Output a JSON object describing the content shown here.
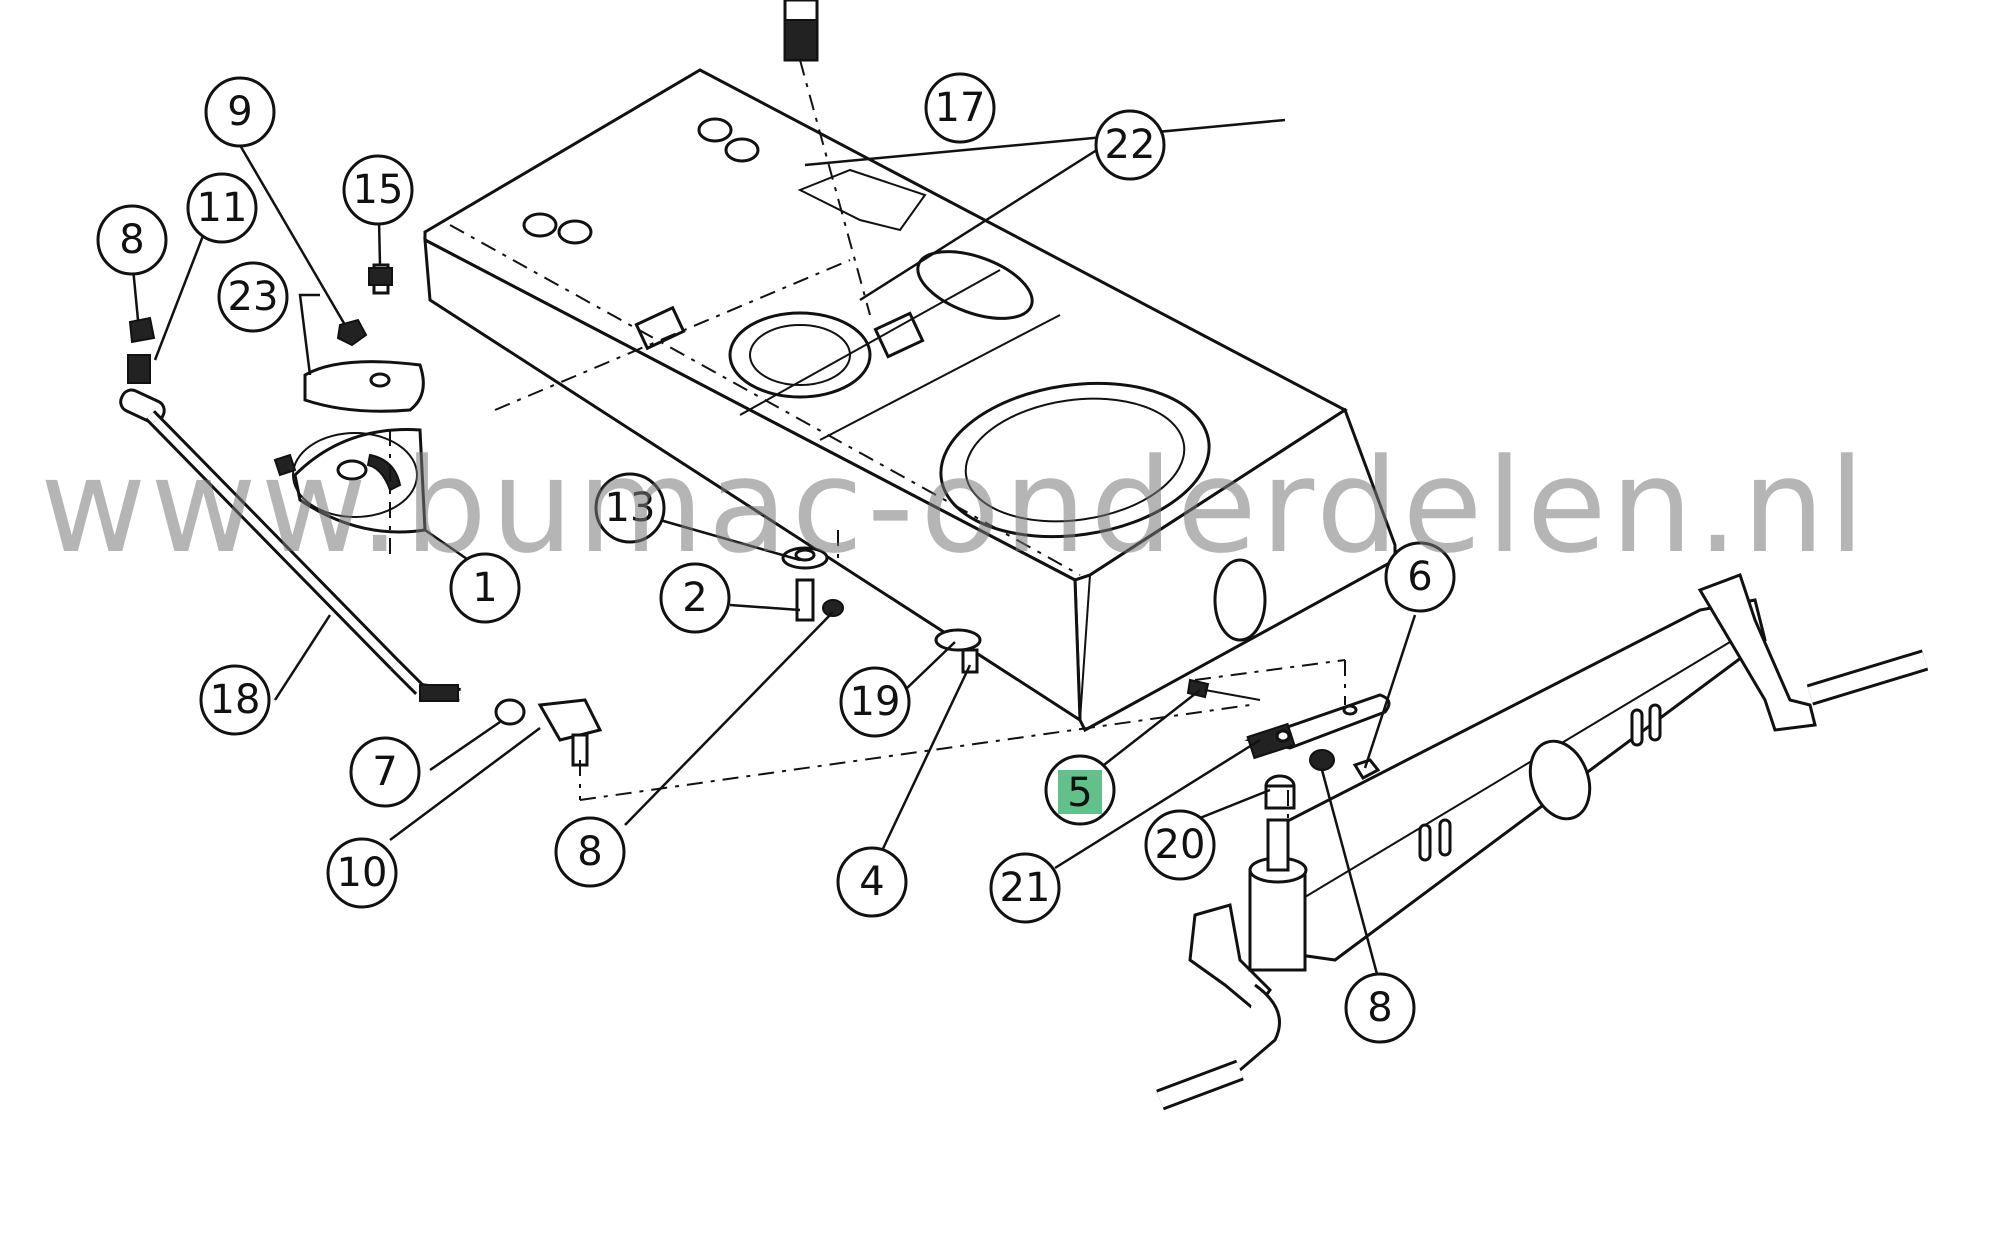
{
  "diagram": {
    "callouts": [
      {
        "id": "c1",
        "label": "1"
      },
      {
        "id": "c2",
        "label": "2"
      },
      {
        "id": "c4",
        "label": "4"
      },
      {
        "id": "c5",
        "label": "5"
      },
      {
        "id": "c6",
        "label": "6"
      },
      {
        "id": "c7",
        "label": "7"
      },
      {
        "id": "c8a",
        "label": "8"
      },
      {
        "id": "c8b",
        "label": "8"
      },
      {
        "id": "c8c",
        "label": "8"
      },
      {
        "id": "c9",
        "label": "9"
      },
      {
        "id": "c10",
        "label": "10"
      },
      {
        "id": "c11",
        "label": "11"
      },
      {
        "id": "c13",
        "label": "13"
      },
      {
        "id": "c15",
        "label": "15"
      },
      {
        "id": "c17",
        "label": "17"
      },
      {
        "id": "c18",
        "label": "18"
      },
      {
        "id": "c19",
        "label": "19"
      },
      {
        "id": "c20",
        "label": "20"
      },
      {
        "id": "c21",
        "label": "21"
      },
      {
        "id": "c22",
        "label": "22"
      },
      {
        "id": "c23",
        "label": "23"
      }
    ],
    "highlighted_callout": "5",
    "highlight_color": "#63c08a"
  },
  "watermark": {
    "text": "www.bumac-onderdelen.nl"
  }
}
